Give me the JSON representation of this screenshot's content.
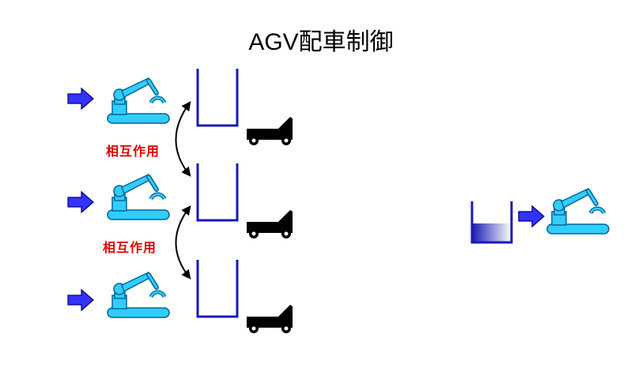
{
  "title": "AGV配車制御",
  "labels": {
    "interaction_top": "相互作用",
    "interaction_bottom": "相互作用"
  },
  "colors": {
    "label_red": "#e00000",
    "arrow_blue": "#3333ff",
    "arrow_outline": "#00007a",
    "robot_cyan": "#33ccff",
    "robot_outline": "#006699",
    "bin_blue": "#1a1ab3",
    "truck_black": "#000000"
  },
  "icons": [
    "input-arrow-icon",
    "robot-arm-icon",
    "buffer-bin-icon",
    "agv-truck-icon",
    "double-arrow-icon"
  ]
}
